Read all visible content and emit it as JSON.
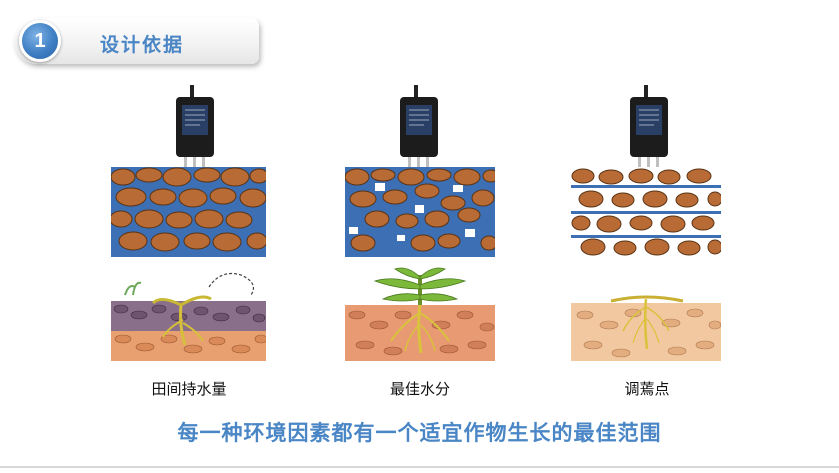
{
  "header": {
    "badge_number": "1",
    "title": "设计依据"
  },
  "panels": [
    {
      "caption": "田间持水量"
    },
    {
      "caption": "最佳水分"
    },
    {
      "caption": "调蔫点"
    }
  ],
  "footer": {
    "statement": "每一种环境因素都有一个适宜作物生长的最佳范围"
  },
  "colors": {
    "accent": "#4a86c5",
    "soil_brown": "#b86b34",
    "water_blue": "#3c6fb3",
    "sensor_dark": "#1c1c1c"
  }
}
